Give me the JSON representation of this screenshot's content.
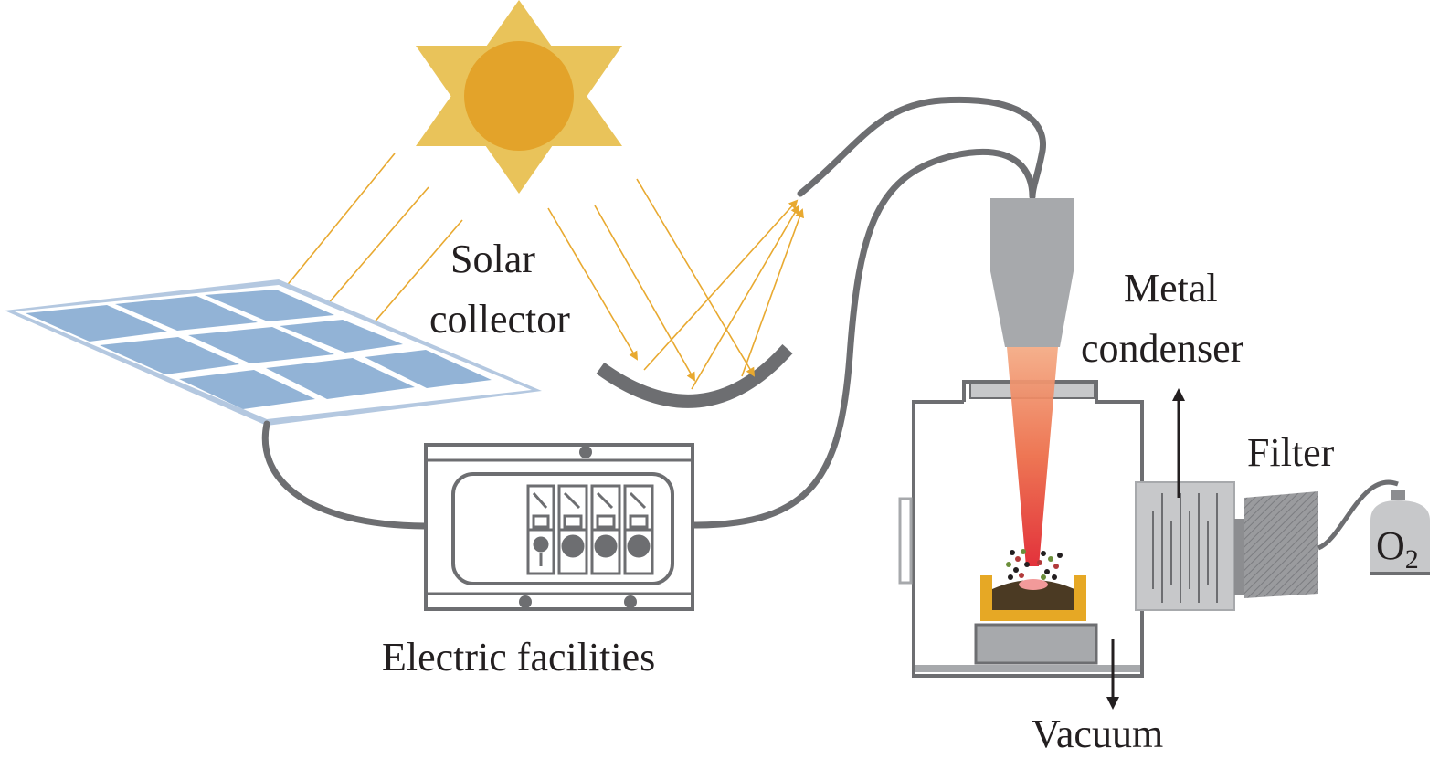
{
  "labels": {
    "solar_collector_line1": "Solar",
    "solar_collector_line2": "collector",
    "electric_facilities": "Electric facilities",
    "metal_condenser_line1": "Metal",
    "metal_condenser_line2": "condenser",
    "filter": "Filter",
    "vacuum": "Vacuum",
    "oxygen_main": "O",
    "oxygen_sub": "2"
  },
  "colors": {
    "sun_outer": "#e9c35a",
    "sun_inner": "#e3a32a",
    "ray": "#e8a930",
    "panel_cell": "#92b3d6",
    "panel_frame": "#b4c8e0",
    "cable": "#6d6e71",
    "mirror": "#6d6e71",
    "condenser_body": "#a7a9ac",
    "beam": "#e8603c",
    "crucible": "#e6a825",
    "crucible_fill": "#4b3a23",
    "filter_body": "#8c8d90"
  }
}
